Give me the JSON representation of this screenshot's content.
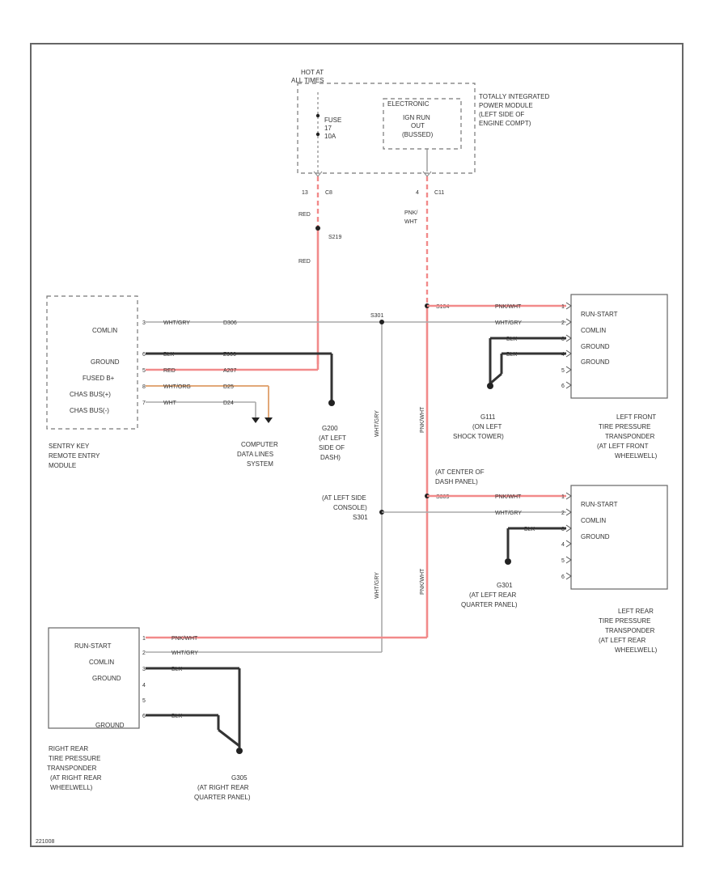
{
  "hot_at": {
    "line1": "HOT AT",
    "line2": "ALL TIMES"
  },
  "power_module": {
    "lines": [
      "TOTALLY INTEGRATED",
      "POWER MODULE",
      "(LEFT SIDE OF",
      "ENGINE COMPT)"
    ],
    "fuse": [
      "FUSE",
      "17",
      "10A"
    ],
    "relay": [
      "ELECTRONIC",
      "IGN RUN",
      "OUT",
      "(BUSSED)"
    ],
    "conn_left": {
      "pin": "13",
      "conn": "C8"
    },
    "conn_right": {
      "pin": "4",
      "conn": "C11"
    }
  },
  "wires": {
    "red1": "RED",
    "red2": "RED",
    "splice_red": "S219",
    "pnk_wht": [
      "PNK/",
      "WHT"
    ],
    "vert_left": "WHT/GRY",
    "vert_right": "PNK/WHT",
    "vert_left2": "WHT/GRY",
    "vert_right2": "PNK/WHT"
  },
  "sentry": {
    "pins": [
      {
        "n": "3",
        "label": "COMLIN",
        "wire": "WHT/GRY",
        "circ": "D306"
      },
      {
        "n": "6",
        "label": "GROUND",
        "wire": "BLK",
        "circ": "Z906"
      },
      {
        "n": "5",
        "label": "FUSED B+",
        "wire": "RED",
        "circ": "A207"
      },
      {
        "n": "8",
        "label": "CHAS BUS(+)",
        "wire": "WHT/ORG",
        "circ": "D25"
      },
      {
        "n": "7",
        "label": "CHAS BUS(-)",
        "wire": "WHT",
        "circ": "D24"
      }
    ],
    "caption": [
      "SENTRY KEY",
      "REMOTE ENTRY",
      "MODULE"
    ]
  },
  "splice_top": "S301",
  "computer": [
    "COMPUTER",
    "DATA LINES",
    "SYSTEM"
  ],
  "g200": [
    "G200",
    "(AT LEFT",
    "SIDE OF",
    "DASH)"
  ],
  "s104": "S104",
  "lf_sensor": {
    "pins": [
      {
        "n": "1",
        "label": "RUN-START",
        "wire": "PNK/WHT"
      },
      {
        "n": "2",
        "label": "COMLIN",
        "wire": "WHT/GRY"
      },
      {
        "n": "3",
        "label": "GROUND",
        "wire": "BLK"
      },
      {
        "n": "4",
        "label": "GROUND",
        "wire": "BLK"
      },
      {
        "n": "5",
        "label": ""
      },
      {
        "n": "6",
        "label": ""
      }
    ],
    "ground": [
      "G111",
      "(ON LEFT",
      "SHOCK TOWER)"
    ],
    "caption": [
      "LEFT FRONT",
      "TIRE PRESSURE",
      "TRANSPONDER",
      "(AT LEFT FRONT",
      "WHEELWELL)"
    ]
  },
  "center_dash": [
    "(AT CENTER OF",
    "DASH PANEL)"
  ],
  "s305": "S305",
  "console": [
    "(AT LEFT SIDE",
    "CONSOLE)",
    "S301"
  ],
  "lr_sensor": {
    "pins": [
      {
        "n": "1",
        "label": "RUN-START",
        "wire": "PNK/WHT"
      },
      {
        "n": "2",
        "label": "COMLIN",
        "wire": "WHT/GRY"
      },
      {
        "n": "3",
        "label": "GROUND",
        "wire": "BLK"
      },
      {
        "n": "4",
        "label": ""
      },
      {
        "n": "5",
        "label": ""
      },
      {
        "n": "6",
        "label": ""
      }
    ],
    "ground": [
      "G301",
      "(AT LEFT REAR",
      "QUARTER PANEL)"
    ],
    "caption": [
      "LEFT REAR",
      "TIRE PRESSURE",
      "TRANSPONDER",
      "(AT LEFT REAR",
      "WHEELWELL)"
    ]
  },
  "rr_sensor": {
    "pins": [
      {
        "n": "1",
        "label": "RUN-START",
        "wire": "PNK/WHT"
      },
      {
        "n": "2",
        "label": "COMLIN",
        "wire": "WHT/GRY"
      },
      {
        "n": "3",
        "label": "GROUND",
        "wire": "BLK"
      },
      {
        "n": "4",
        "label": ""
      },
      {
        "n": "5",
        "label": ""
      },
      {
        "n": "6",
        "label": "GROUND",
        "wire": "BLK"
      }
    ],
    "ground": [
      "G305",
      "(AT RIGHT REAR",
      "QUARTER PANEL)"
    ],
    "caption": [
      "RIGHT REAR",
      "TIRE PRESSURE",
      "TRANSPONDER",
      "(AT RIGHT REAR",
      "WHEELWELL)"
    ]
  },
  "footer": "221008"
}
